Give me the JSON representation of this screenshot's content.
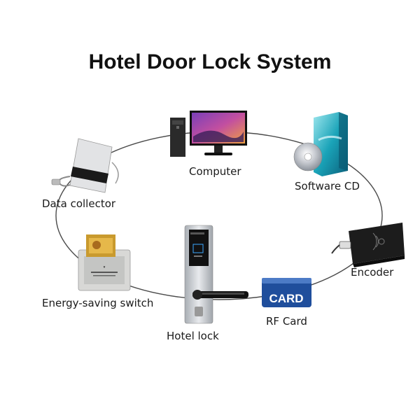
{
  "title": "Hotel Door Lock System",
  "components": {
    "computer": "Computer",
    "software_cd": "Software CD",
    "encoder": "Encoder",
    "rf_card": "RF Card",
    "hotel_lock": "Hotel lock",
    "energy_switch": "Energy-saving switch",
    "data_collector": "Data collector"
  },
  "card_text": "CARD",
  "colors": {
    "card_blue": "#1f4e9c",
    "cd_teal": "#1aa3b8",
    "monitor_screen": "#c24fa0",
    "lock_silver": "#c8ccd1"
  }
}
